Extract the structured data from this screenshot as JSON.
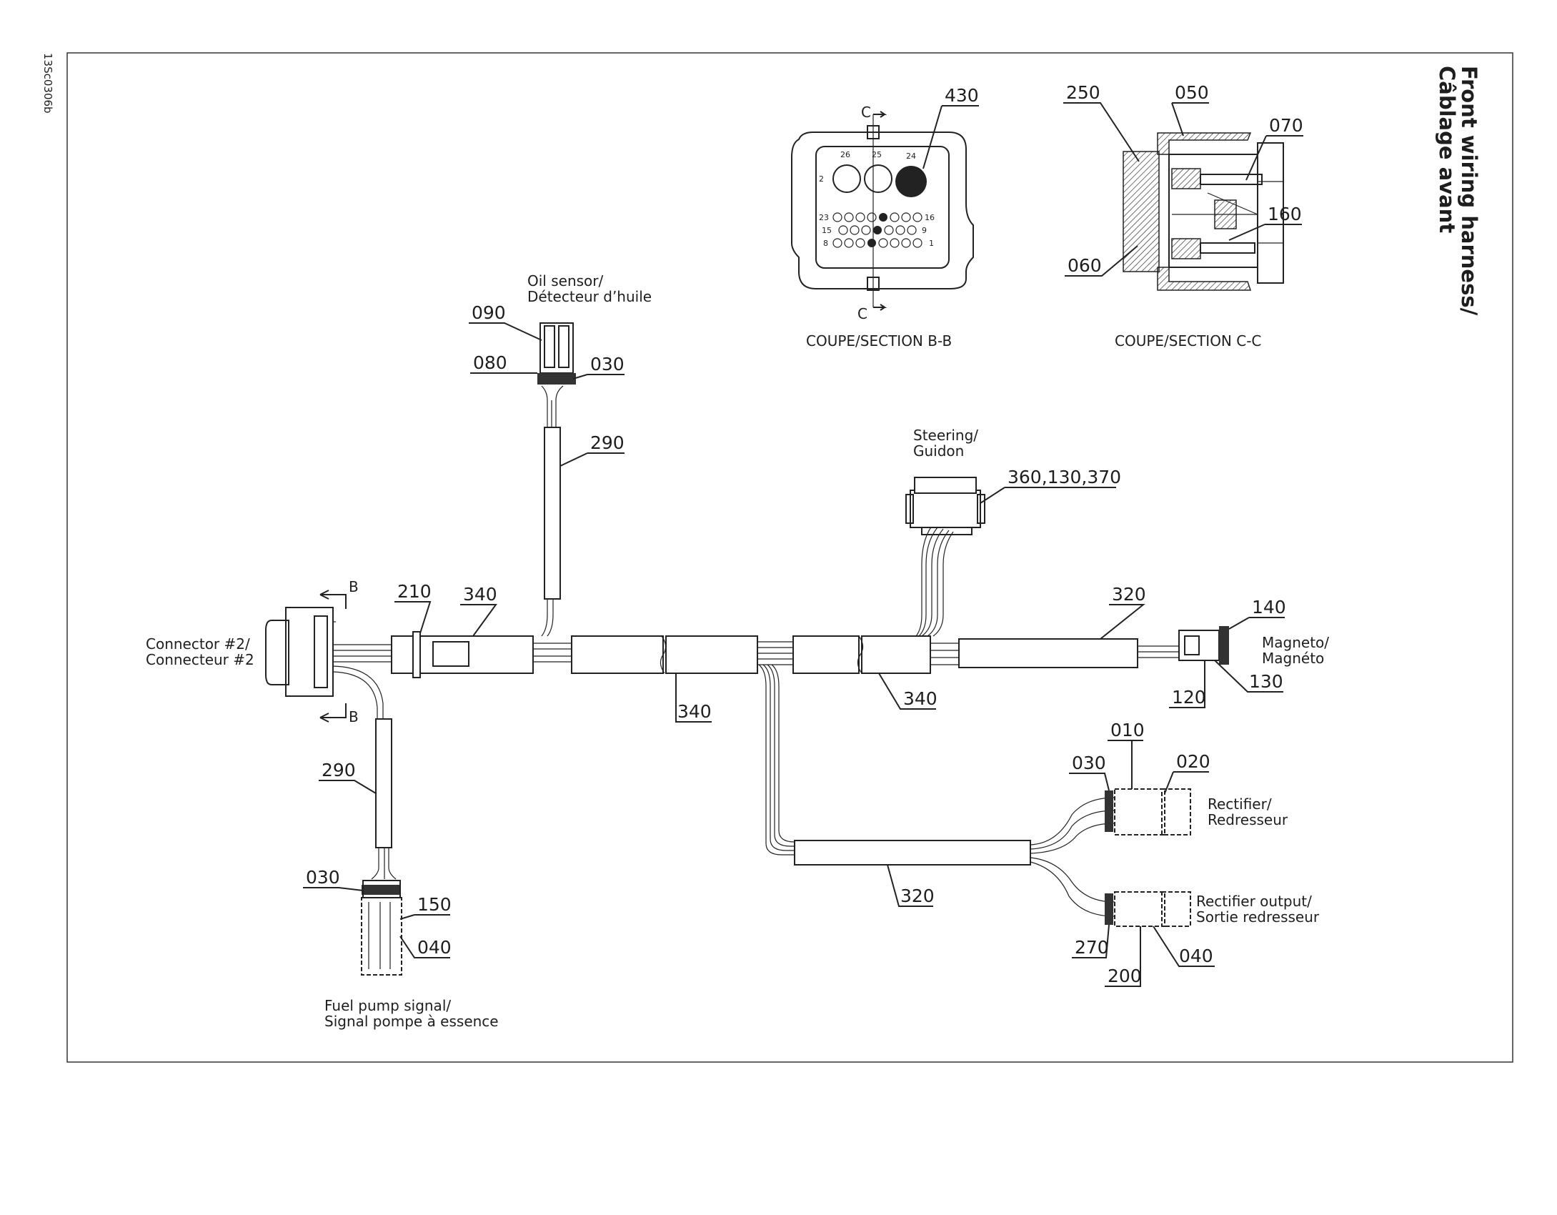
{
  "drawing_code": "13Sc0306b",
  "title": {
    "line1": "Front wiring harness/",
    "line2": "Câblage avant"
  },
  "sections": {
    "bb": {
      "caption": "COUPE/SECTION B-B",
      "mark": "C",
      "pins": {
        "p26": "26",
        "p25": "25",
        "p24": "24",
        "p2": "2",
        "p23": "23",
        "p16": "16",
        "p15": "15",
        "p9": "9",
        "p8": "8",
        "p1": "1"
      }
    },
    "cc": {
      "caption": "COUPE/SECTION C-C"
    },
    "b_mark": "B"
  },
  "labels": {
    "oil_sensor": {
      "line1": "Oil sensor/",
      "line2": "Détecteur d’huile"
    },
    "steering": {
      "line1": "Steering/",
      "line2": "Guidon"
    },
    "connector2": {
      "line1": "Connector #2/",
      "line2": "Connecteur #2"
    },
    "magneto": {
      "line1": "Magneto/",
      "line2": "Magnéto"
    },
    "rectifier": {
      "line1": "Rectifier/",
      "line2": "Redresseur"
    },
    "rectifier_output": {
      "line1": "Rectifier output/",
      "line2": "Sortie redresseur"
    },
    "fuel_pump": {
      "line1": "Fuel pump signal/",
      "line2": "Signal pompe à essence"
    }
  },
  "callouts": {
    "c430": "430",
    "c250": "250",
    "c050": "050",
    "c070": "070",
    "c160": "160",
    "c060": "060",
    "c090": "090",
    "c080": "080",
    "c030_oil": "030",
    "c290_oil": "290",
    "c360": "360,130,370",
    "c210": "210",
    "c340_top": "340",
    "c340_mid": "340",
    "c340_right": "340",
    "c320_top": "320",
    "c140": "140",
    "c130": "130",
    "c120": "120",
    "c010": "010",
    "c030_rect": "030",
    "c020": "020",
    "c320_bottom": "320",
    "c270": "270",
    "c200": "200",
    "c040_rect": "040",
    "c290_fuel": "290",
    "c030_fuel": "030",
    "c150": "150",
    "c040_fuel": "040"
  }
}
